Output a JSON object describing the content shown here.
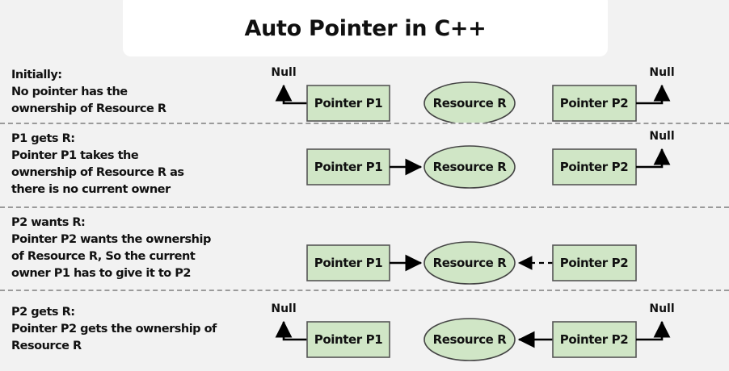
{
  "title": "Auto Pointer in C++",
  "colors": {
    "background": "#f2f2f2",
    "banner": "#ffffff",
    "node_fill": "#d0e6c6",
    "node_stroke": "#555555",
    "text": "#111111",
    "separator": "#9a9a9a",
    "arrow": "#000000"
  },
  "labels": {
    "pointer_p1": "Pointer P1",
    "pointer_p2": "Pointer P2",
    "resource_r": "Resource R",
    "null": "Null"
  },
  "steps": [
    {
      "heading": "Initially:",
      "description": "Initially:\nNo pointer has the\nownership of Resource R",
      "p1_arrow": "null-left",
      "p2_arrow": "null-right",
      "p1_to_resource": "none",
      "p2_to_resource": "none"
    },
    {
      "heading": "P1 gets R:",
      "description": "P1 gets R:\nPointer P1 takes the\nownership of Resource R as\nthere is no current owner",
      "p1_arrow": "none",
      "p2_arrow": "null-right",
      "p1_to_resource": "solid",
      "p2_to_resource": "none"
    },
    {
      "heading": "P2 wants R:",
      "description": "P2 wants R:\nPointer P2 wants the ownership\nof Resource R, So the current\nowner P1 has to give it to P2",
      "p1_arrow": "none",
      "p2_arrow": "none",
      "p1_to_resource": "solid",
      "p2_to_resource": "dashed"
    },
    {
      "heading": "P2 gets R:",
      "description": "P2 gets R:\nPointer P2 gets the ownership of\nResource R",
      "p1_arrow": "null-left",
      "p2_arrow": "null-right",
      "p1_to_resource": "none",
      "p2_to_resource": "solid"
    }
  ]
}
